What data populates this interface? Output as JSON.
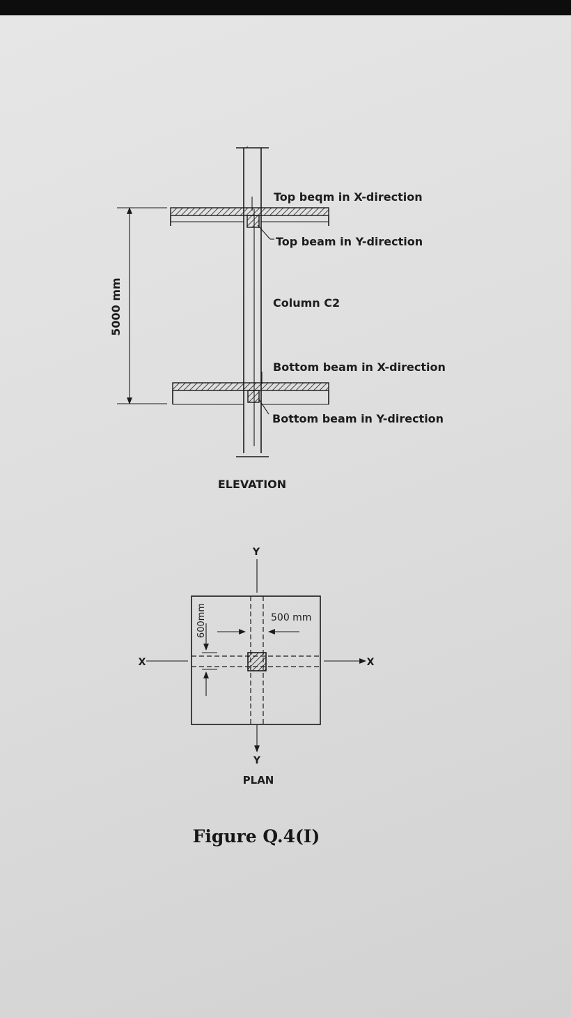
{
  "elevation": {
    "labels": {
      "top_beam_x": "Top beqm in X-direction",
      "top_beam_y": "Top beam in Y-direction",
      "column": "Column C2",
      "bottom_beam_x": "Bottom beam in X-direction",
      "bottom_beam_y": "Bottom beam in Y-direction"
    },
    "height_dimension": "5000 mm",
    "title": "ELEVATION"
  },
  "plan": {
    "axis_y_top": "Y",
    "axis_y_bottom": "Y",
    "axis_x_left": "X",
    "axis_x_right": "X",
    "width_dimension": "500 mm",
    "depth_dimension": "600mm",
    "title": "PLAN"
  },
  "figure_caption": "Figure Q.4(I)"
}
